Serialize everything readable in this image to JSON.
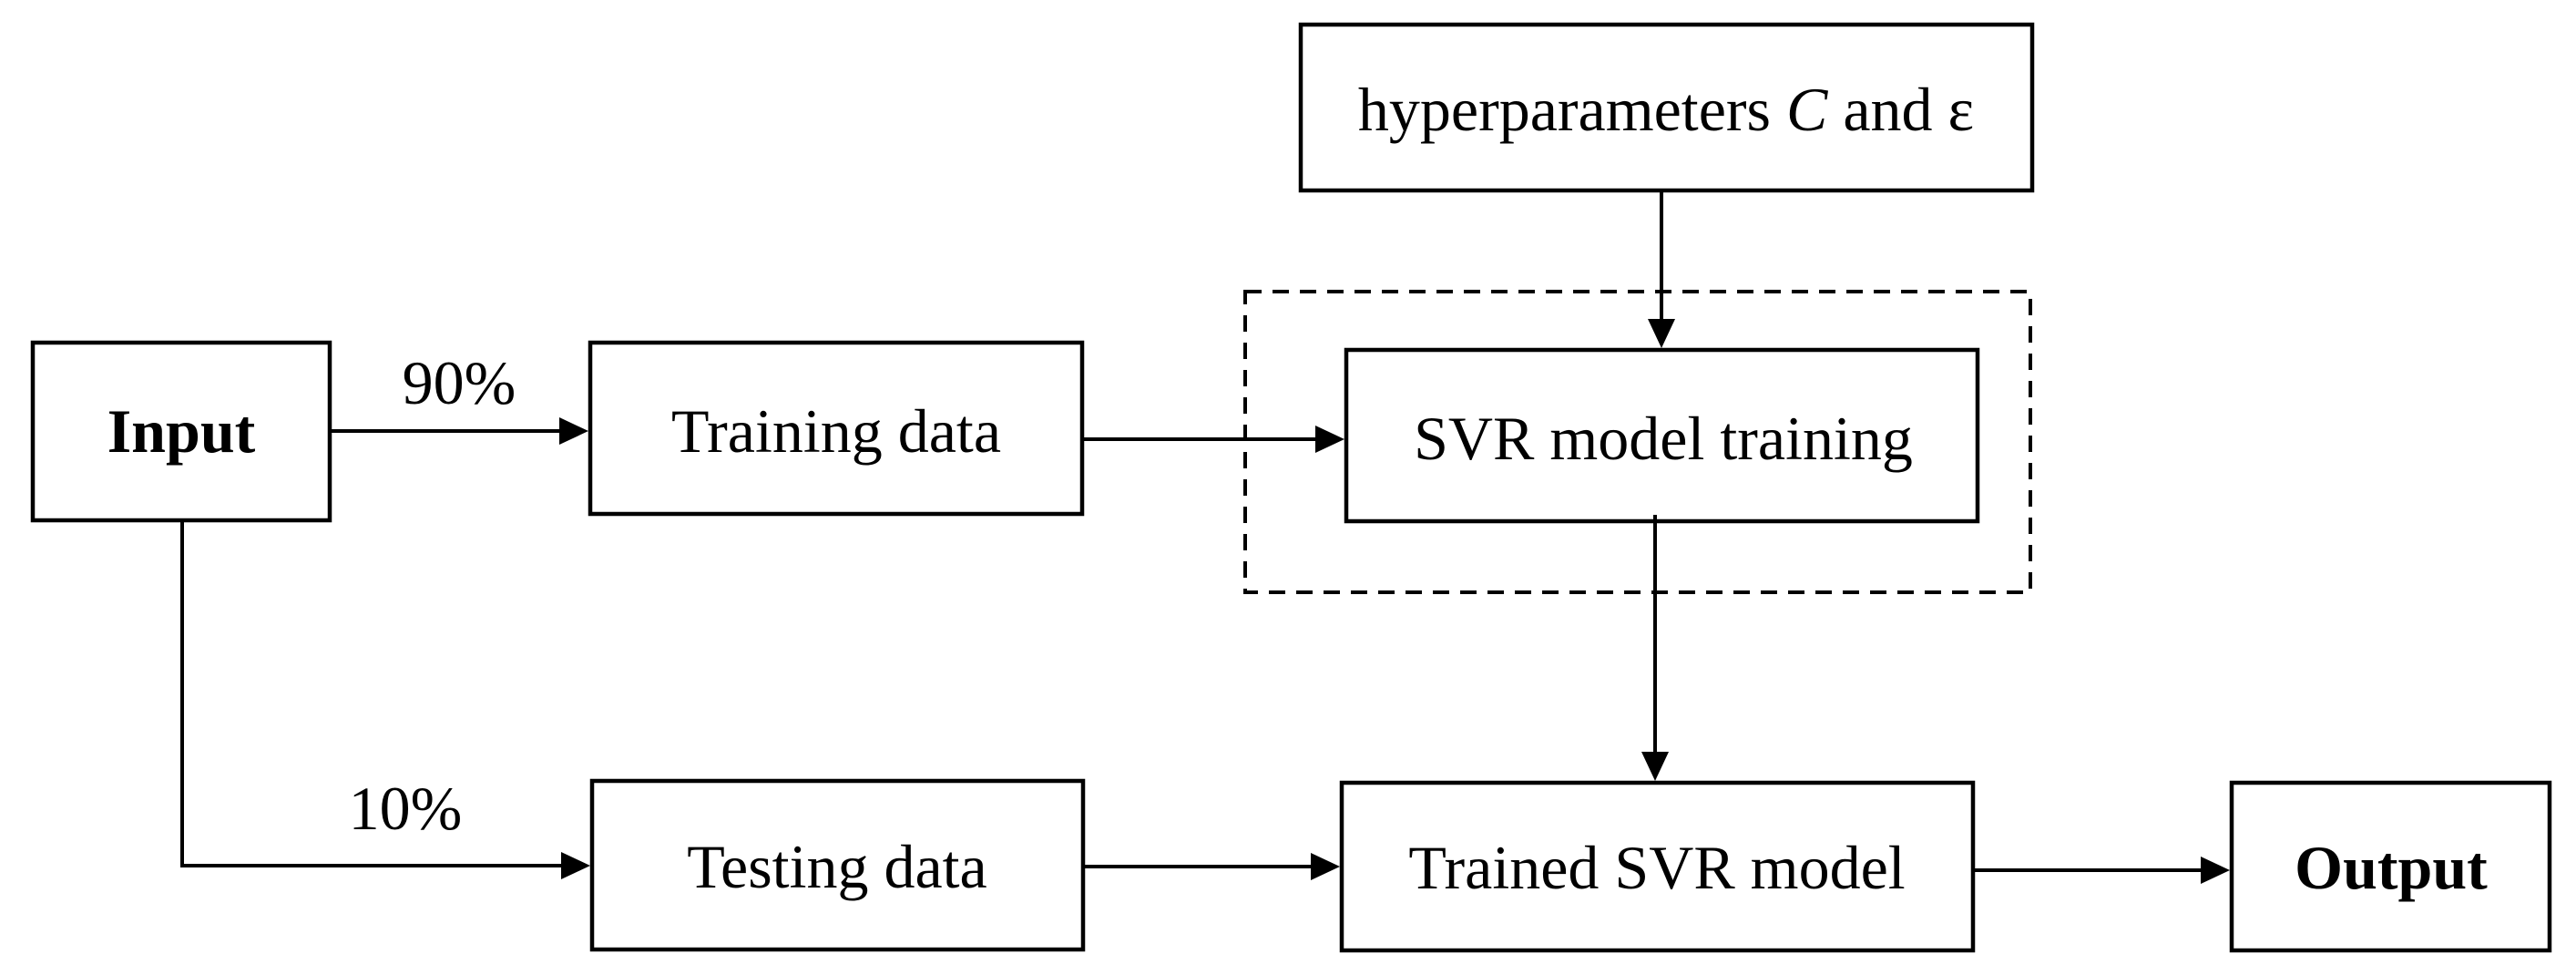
{
  "nodes": {
    "input": "Input",
    "training_data": "Training data",
    "testing_data": "Testing data",
    "hyperparameters_prefix": "hyperparameters ",
    "hyperparameters_c": "C",
    "hyperparameters_suffix": " and ε",
    "svr_training": "SVR model training",
    "trained_svr": "Trained SVR model",
    "output": "Output"
  },
  "edges": {
    "train_split": "90%",
    "test_split": "10%"
  }
}
